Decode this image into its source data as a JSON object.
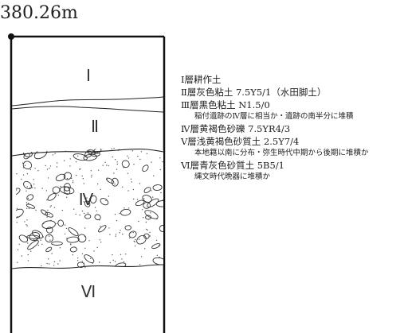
{
  "elevation": "380.26m",
  "layer_labels": [
    "Ⅰ",
    "Ⅱ",
    "Ⅳ",
    "Ⅵ"
  ],
  "legend": [
    {
      "title": "Ⅰ層耕作土"
    },
    {
      "title": "Ⅱ層灰色粘土 7.5Y5/1（水田脚土）"
    },
    {
      "title": "Ⅲ層黒色粘土 N1.5/0",
      "note": "稲付遺跡のⅣ層に相当か・遺跡の南半分に堆積"
    },
    {
      "title": "Ⅳ層黄褐色砂礫 7.5YR4/3"
    },
    {
      "title": "Ⅴ層浅黄褐色砂質土 2.5Y7/4",
      "note": "本地籍以南に分布・弥生時代中期から後期に堆積か"
    },
    {
      "title": "Ⅵ層青灰色砂質土 5B5/1",
      "note": "縄文時代晩器に堆積か"
    }
  ]
}
